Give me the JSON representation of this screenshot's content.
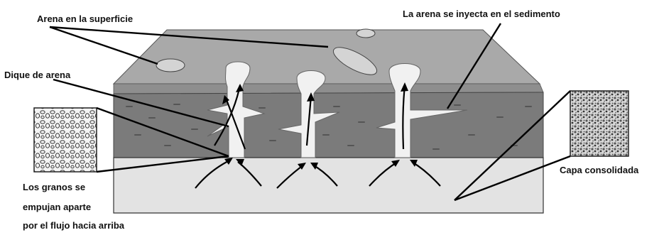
{
  "labels": {
    "sand_surface": "Arena en la superficie",
    "sand_injected": "La arena se inyecta en el sedimento",
    "sand_dike": "Dique de arena",
    "grains_line1": "Los granos se",
    "grains_line2": "empujan aparte",
    "grains_line3": "por el flujo hacia arriba",
    "consolidated_layer": "Capa consolidada"
  },
  "colors": {
    "surface_top": "#a6a6a6",
    "surface_edge": "#8c8c8c",
    "dark_layer": "#7a7a7a",
    "light_base": "#e4e4e4",
    "sand": "#efefef",
    "ink": "#111111"
  }
}
